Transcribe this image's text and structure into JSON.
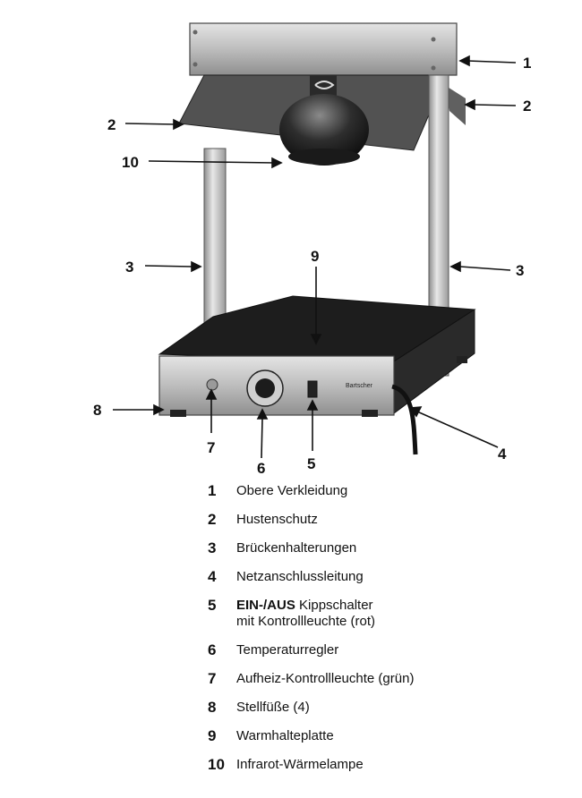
{
  "callouts": {
    "c1": "1",
    "c2a": "2",
    "c2b": "2",
    "c3a": "3",
    "c3b": "3",
    "c4": "4",
    "c5": "5",
    "c6": "6",
    "c7": "7",
    "c8": "8",
    "c9": "9",
    "c10": "10"
  },
  "brand_logo": "Bartscher",
  "legend": [
    {
      "num": "1",
      "text": "Obere Verkleidung"
    },
    {
      "num": "2",
      "text": "Hustenschutz"
    },
    {
      "num": "3",
      "text": "Brückenhalterungen"
    },
    {
      "num": "4",
      "text": "Netzanschlussleitung"
    },
    {
      "num": "5",
      "bold": "EIN-/AUS",
      "text": " Kippschalter",
      "text2": "mit Kontrollleuchte (rot)"
    },
    {
      "num": "6",
      "text": "Temperaturregler"
    },
    {
      "num": "7",
      "text": "Aufheiz-Kontrollleuchte (grün)"
    },
    {
      "num": "8",
      "text": "Stellfüße (4)"
    },
    {
      "num": "9",
      "text": "Warmhalteplatte"
    },
    {
      "num": "10",
      "text": "Infrarot-Wärmelampe"
    }
  ]
}
